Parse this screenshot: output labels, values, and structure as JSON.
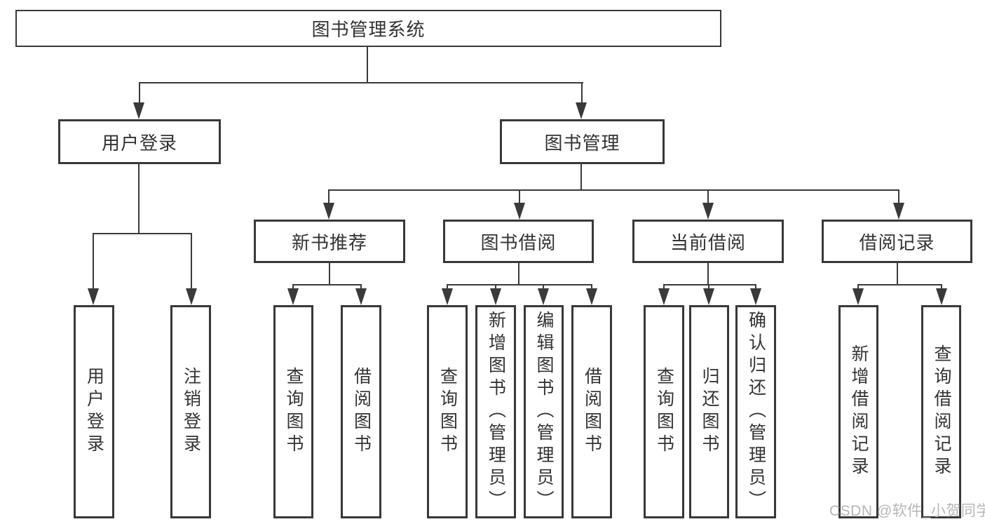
{
  "title": "图书管理系统",
  "colors": {
    "line": "#3a3a3a",
    "box_border": "#383838",
    "text": "#333333",
    "watermark": "#b6b6b6",
    "background": "#ffffff"
  },
  "nodes": {
    "root": "图书管理系统",
    "user_login": "用户登录",
    "book_mgmt": "图书管理",
    "new_book_rec": "新书推荐",
    "book_borrow": "图书借阅",
    "current_borrow": "当前借阅",
    "borrow_records": "借阅记录",
    "leaf_user_login": "用户登录",
    "leaf_logout": "注销登录",
    "leaf_rec_query": "查询图书",
    "leaf_rec_borrow": "借阅图书",
    "leaf_bb_query": "查询图书",
    "leaf_bb_add": "新增图书（管理员）",
    "leaf_bb_edit": "编辑图书（管理员）",
    "leaf_bb_borrow": "借阅图书",
    "leaf_cb_query": "查询图书",
    "leaf_cb_return": "归还图书",
    "leaf_cb_confirm": "确认归还（管理员）",
    "leaf_br_add": "新增借阅记录",
    "leaf_br_query": "查询借阅记录"
  },
  "edges": [
    {
      "from": "图书管理系统",
      "to": "用户登录"
    },
    {
      "from": "图书管理系统",
      "to": "图书管理"
    },
    {
      "from": "用户登录",
      "to": "用户登录"
    },
    {
      "from": "用户登录",
      "to": "注销登录"
    },
    {
      "from": "图书管理",
      "to": "新书推荐"
    },
    {
      "from": "图书管理",
      "to": "图书借阅"
    },
    {
      "from": "图书管理",
      "to": "当前借阅"
    },
    {
      "from": "图书管理",
      "to": "借阅记录"
    },
    {
      "from": "新书推荐",
      "to": "查询图书"
    },
    {
      "from": "新书推荐",
      "to": "借阅图书"
    },
    {
      "from": "图书借阅",
      "to": "查询图书"
    },
    {
      "from": "图书借阅",
      "to": "新增图书（管理员）"
    },
    {
      "from": "图书借阅",
      "to": "编辑图书（管理员）"
    },
    {
      "from": "图书借阅",
      "to": "借阅图书"
    },
    {
      "from": "当前借阅",
      "to": "查询图书"
    },
    {
      "from": "当前借阅",
      "to": "归还图书"
    },
    {
      "from": "当前借阅",
      "to": "确认归还（管理员）"
    },
    {
      "from": "借阅记录",
      "to": "新增借阅记录"
    },
    {
      "from": "借阅记录",
      "to": "查询借阅记录"
    }
  ],
  "watermark": "CSDN @软件_小贺同学"
}
